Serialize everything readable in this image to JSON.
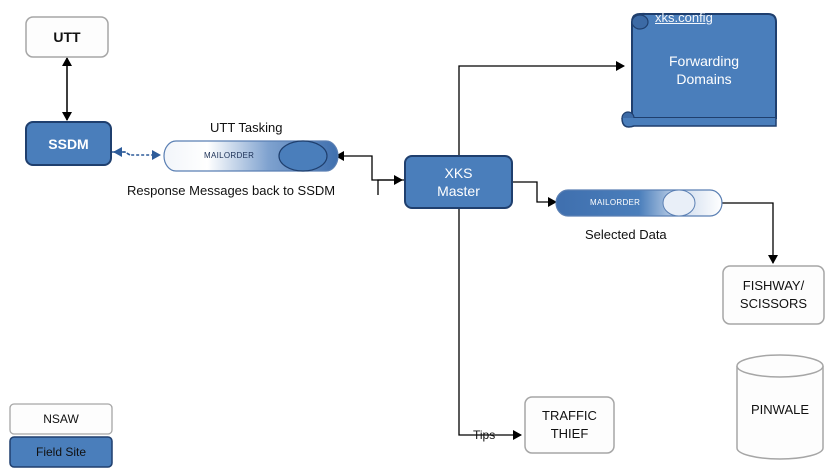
{
  "nodes": {
    "utt": "UTT",
    "ssdm": "SSDM",
    "xks_master": "XKS\nMaster",
    "xks_config_title": "xks.config",
    "forwarding_domains": "Forwarding\nDomains",
    "fishway": "FISHWAY/\nSCISSORS",
    "pinwale": "PINWALE",
    "traffic_thief": "TRAFFIC\nTHIEF"
  },
  "tubes": {
    "left": "MAILORDER",
    "right": "MAILORDER"
  },
  "labels": {
    "utt_tasking": "UTT Tasking",
    "response_messages": "Response Messages back to SSDM",
    "selected_data": "Selected Data",
    "tips": "Tips"
  },
  "legend": {
    "nsaw": "NSAW",
    "field_site": "Field Site"
  },
  "colors": {
    "blue_fill": "#4A7EBB",
    "blue_border": "#1F3F6E",
    "white_fill": "#FDFDFD",
    "white_border": "#A6A6A6",
    "line": "#000000"
  }
}
